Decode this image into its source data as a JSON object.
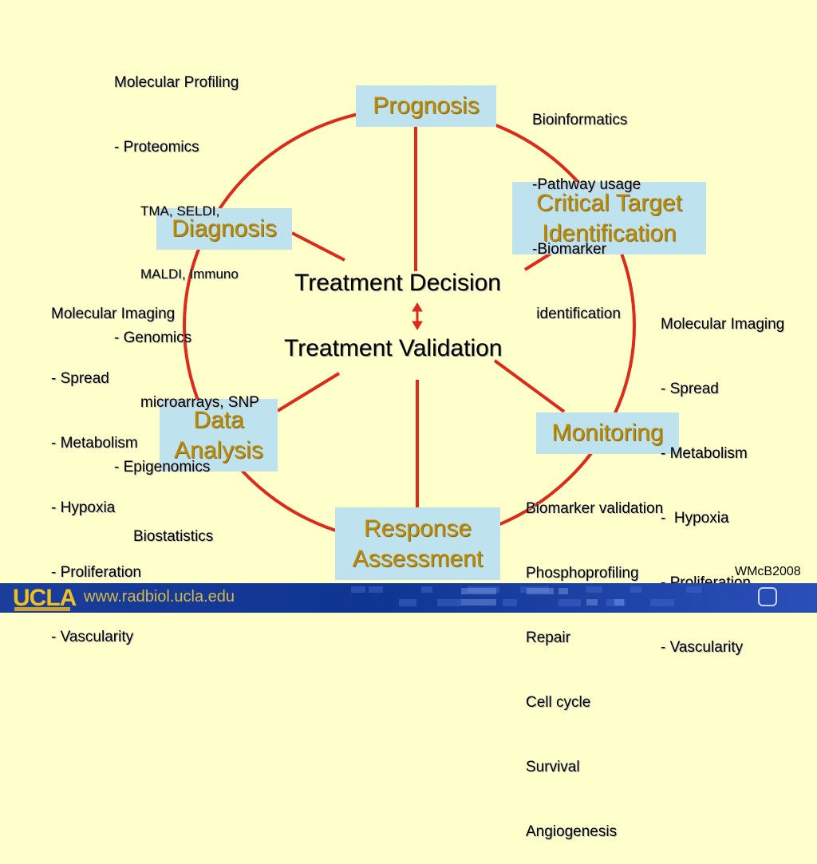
{
  "diagram": {
    "nodes": {
      "prognosis": "Prognosis",
      "critical_target": "Critical Target\nIdentification",
      "diagnosis": "Diagnosis",
      "data_analysis": "Data\nAnalysis",
      "monitoring": "Monitoring",
      "response_assessment": "Response\nAssessment"
    },
    "center": {
      "decision": "Treatment Decision",
      "validation": "Treatment Validation"
    },
    "notes": {
      "molecular_profiling": [
        "Molecular Profiling",
        "- Proteomics",
        "TMA, SELDI,",
        "MALDI, Immuno",
        "- Genomics",
        "microarrays, SNP",
        "- Epigenomics"
      ],
      "bioinformatics": [
        "Bioinformatics",
        "-Pathway usage",
        "-Biomarker",
        " identification"
      ],
      "imaging_left": [
        "Molecular Imaging",
        "- Spread",
        "- Metabolism",
        "- Hypoxia",
        "- Proliferation",
        "- Vascularity"
      ],
      "imaging_right": [
        "Molecular Imaging",
        "- Spread",
        "- Metabolism",
        "-  Hypoxia",
        "- Proliferation",
        "- Vascularity"
      ],
      "monitoring_list": [
        "Biomarker validation",
        "Phosphoprofiling",
        "Repair",
        "Cell cycle",
        "Survival",
        "Angiogenesis"
      ],
      "biostatistics": "Biostatistics",
      "credit": "WMcB2008"
    },
    "colors": {
      "ring": "#dd2a1b",
      "box": "#bfe3ee",
      "box_text": "#c08a00",
      "background": "#ffffcc"
    }
  },
  "footer": {
    "logo": "UCLA",
    "url": "www.radbiol.ucla.edu"
  }
}
